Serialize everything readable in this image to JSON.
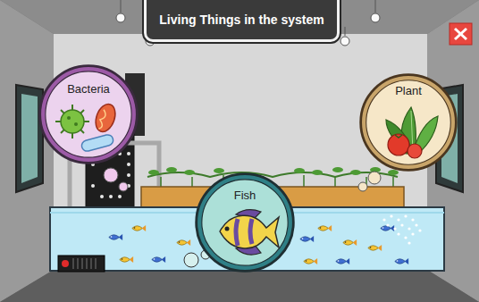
{
  "diagram": {
    "title": "Living Things in the system",
    "nodes": [
      {
        "text": [
          "Bacteria"
        ]
      },
      {
        "text": [
          "Plant"
        ]
      },
      {
        "text": [
          "Fish"
        ]
      }
    ]
  }
}
